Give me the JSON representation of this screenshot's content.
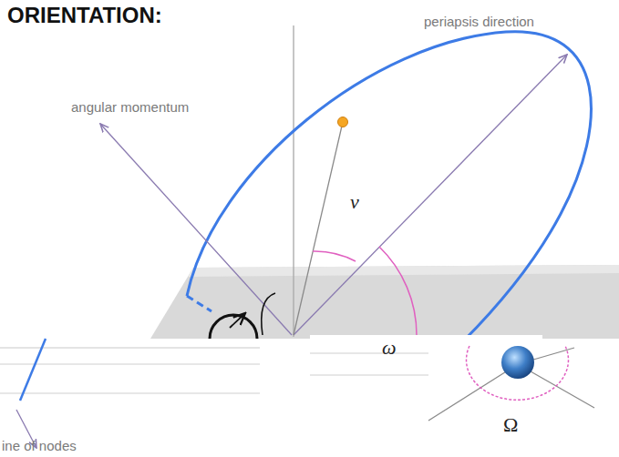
{
  "diagram": {
    "title": "ORIENTATION:",
    "labels": [
      "periapsis direction",
      "angular momentum",
      "ν",
      "ω",
      "Ω",
      "ine of nodes"
    ]
  }
}
